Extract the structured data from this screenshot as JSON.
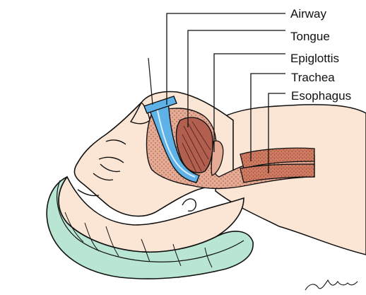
{
  "diagram": {
    "labels": {
      "airway": "Airway",
      "tongue": "Tongue",
      "epiglottis": "Epiglottis",
      "trachea": "Trachea",
      "esophagus": "Esophagus"
    },
    "signature": "Swhart",
    "colors": {
      "skin": "#fbe6d5",
      "tissue": "#c9826a",
      "tongue": "#b25f4f",
      "airway": "#5fb2e8",
      "pillow": "#b9e6d3",
      "outline": "#111111"
    }
  }
}
